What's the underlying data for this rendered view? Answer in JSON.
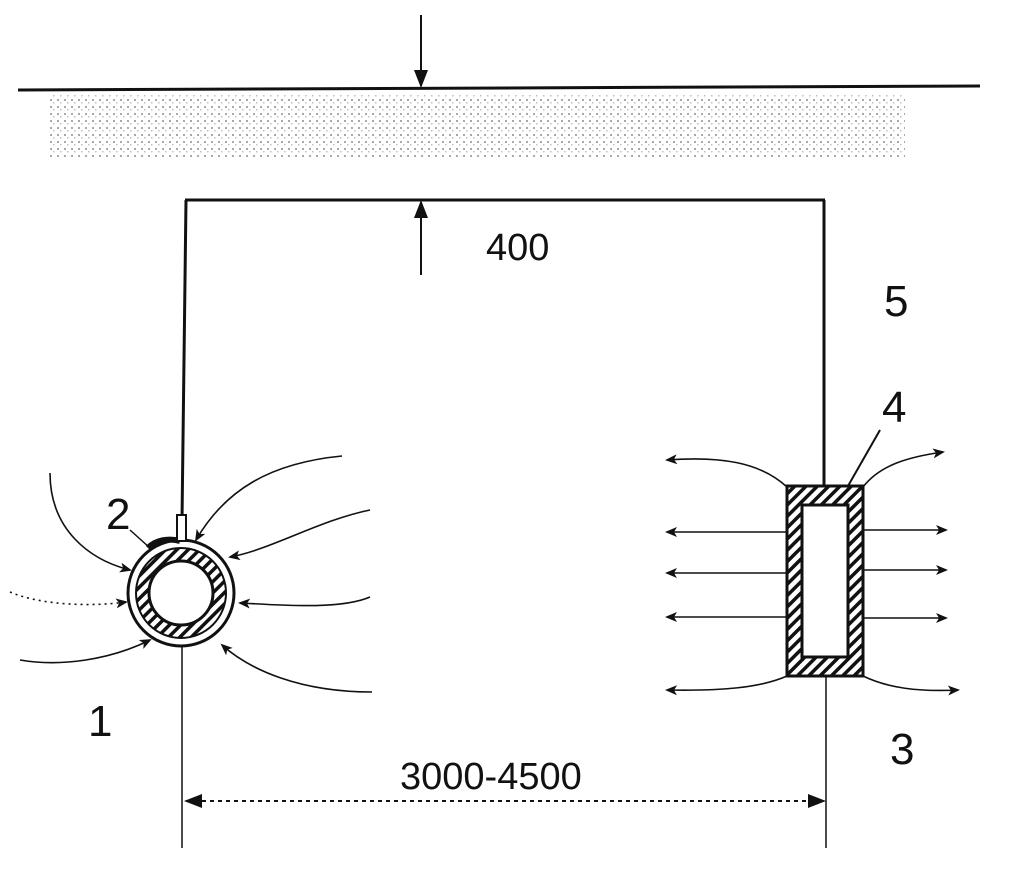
{
  "labels": {
    "part_1": "1",
    "part_2": "2",
    "part_3": "3",
    "part_4": "4",
    "part_5": "5"
  },
  "dimensions": {
    "depth": "400",
    "spacing": "3000-4500"
  },
  "colors": {
    "ink": "#111111",
    "ground": "#9a9a9a",
    "paper": "#ffffff"
  }
}
